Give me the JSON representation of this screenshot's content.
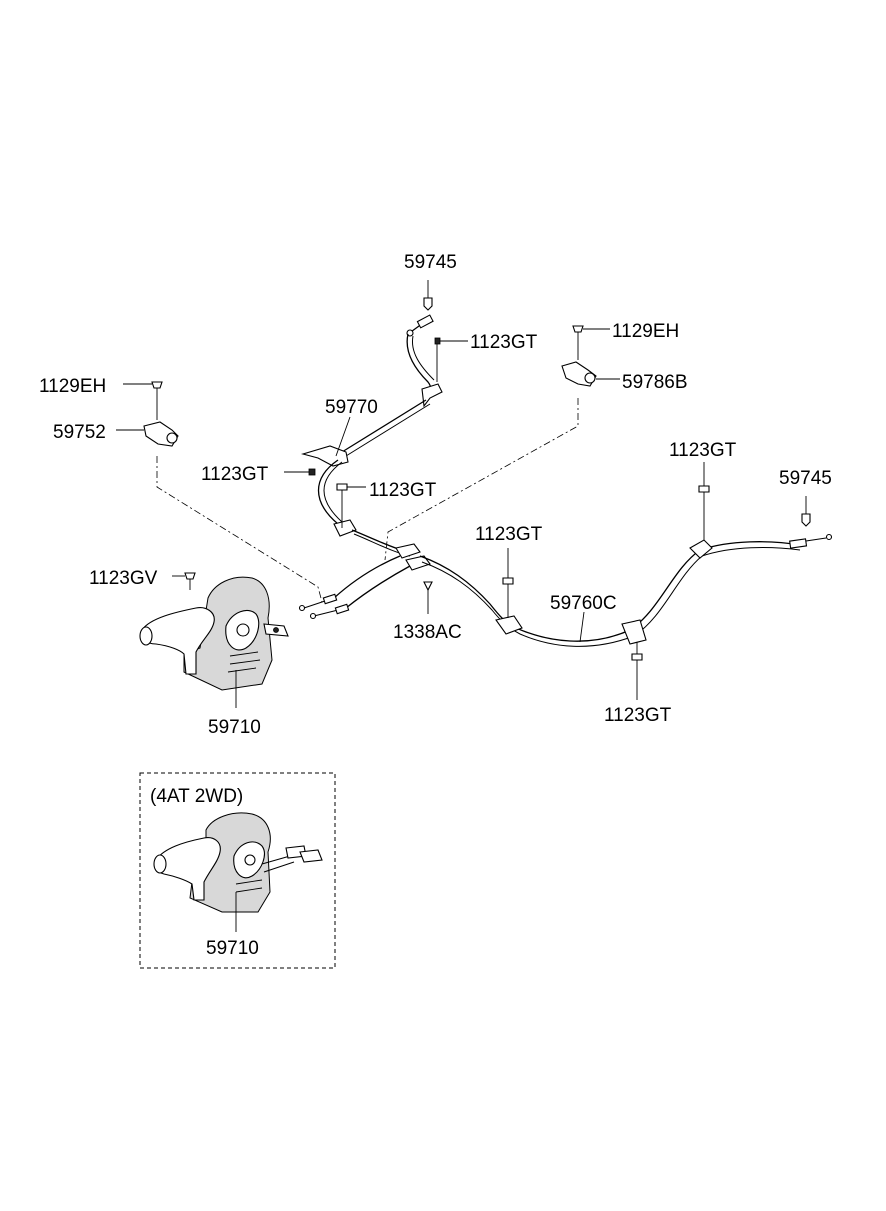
{
  "labels": {
    "p59745_top": "59745",
    "p1123gt_a": "1123GT",
    "p1129eh_right": "1129EH",
    "p59786b": "59786B",
    "p1129eh_left": "1129EH",
    "p59770": "59770",
    "p59752": "59752",
    "p1123gt_b": "1123GT",
    "p1123gt_c": "1123GT",
    "p1123gt_d": "1123GT",
    "p59745_right": "59745",
    "p1123gt_e": "1123GT",
    "p1123gv": "1123GV",
    "p59760c": "59760C",
    "p1338ac": "1338AC",
    "p1123gt_f": "1123GT",
    "p59710_main": "59710",
    "variant_title": "(4AT 2WD)",
    "p59710_variant": "59710"
  }
}
